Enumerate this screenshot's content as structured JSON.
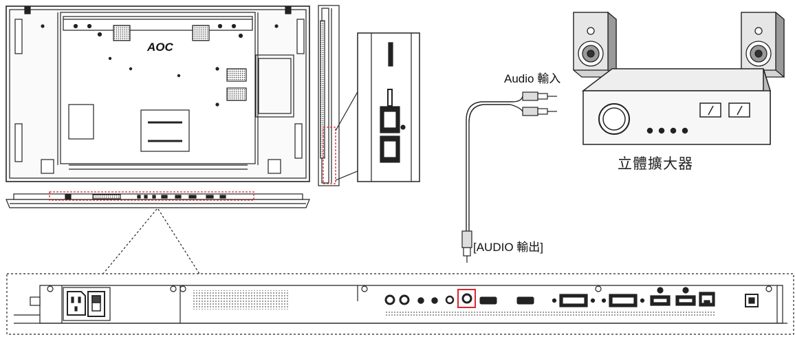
{
  "labels": {
    "audio_in": "Audio 輸入",
    "amplifier": "立體擴大器",
    "audio_out": "[AUDIO 輸出]",
    "brand": "AOC"
  },
  "colors": {
    "line": "#222222",
    "highlight": "#d9262e",
    "panel_fill": "#f4f4f4",
    "dark_fill": "#333333"
  },
  "icons": [
    "speaker-icon",
    "rca-plug-icon",
    "power-switch-icon",
    "ac-inlet-icon",
    "ethernet-port-icon"
  ]
}
